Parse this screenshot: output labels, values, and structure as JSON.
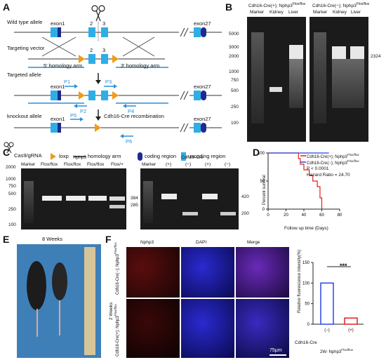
{
  "panel_letters": {
    "a": "A",
    "b": "B",
    "c": "C",
    "d": "D",
    "e": "E",
    "f": "F"
  },
  "panelA": {
    "rows": {
      "wild_type": "Wild type allele",
      "targeting_vector": "Targeting vector",
      "targeted_allele": "Targeted allele",
      "knockout_allele": "knockout allele"
    },
    "exon1": "exon1",
    "exon27": "exon27",
    "ex2": "2",
    "ex3": "3",
    "homology5": "5' homology arm",
    "homology3": "3' homology arm",
    "primers": {
      "p1": "P1",
      "p2": "P2",
      "p3": "P3",
      "p4": "P4",
      "p5": "P5",
      "p6": "P6"
    },
    "recombination": "Cdh16-Cre recombination",
    "legend": {
      "cas9": "Cas9/gRNA",
      "loxp": "loxp",
      "homology": "homology arm",
      "coding": "coding region",
      "uncoding": "uncoding region"
    }
  },
  "panelB": {
    "header_left": "Cdh16-Cre(+); Nphp3",
    "header_left_sup": "Flox/flox",
    "header_right": "Cdh16-Cre(−); Nphp3",
    "header_right_sup": "Flox/flox",
    "lanes_left": [
      "Marker",
      "Kidney",
      "Liver"
    ],
    "lanes_right": [
      "Marker",
      "Kidney",
      "Liver"
    ],
    "ladder": [
      "5000",
      "3000",
      "2000",
      "1000",
      "750",
      "500",
      "250",
      "100"
    ],
    "band_label": "2324"
  },
  "panelC": {
    "gene1": "Nphp3",
    "lanes1": [
      "Marker",
      "Flox/flox",
      "Flox/flox",
      "Flox/flox",
      "Flox/+"
    ],
    "gene2": "Cdh16-Cre",
    "lanes2": [
      "Marker",
      "(+)",
      "(−)",
      "(+)",
      "(−)"
    ],
    "ladder": [
      "2000",
      "1000",
      "750",
      "500",
      "250",
      "100"
    ],
    "band_labels_left": [
      "384",
      "285"
    ],
    "band_labels_right": [
      "420",
      "200"
    ]
  },
  "panelD": {
    "ylabel": "Percent survival",
    "xlabel": "Follow up time (Days)",
    "legend": [
      {
        "name": "Cdh16-Cre(+); Nphp3",
        "sup": "Flox/flox",
        "color": "#e0201c"
      },
      {
        "name": "Cdh16-Cre(−); Nphp3",
        "sup": "Flox/flox",
        "color": "#2a45e8"
      }
    ],
    "pvalue": "P < 0.0001",
    "hazard": "Hazard Ratio = 24.70",
    "chart_data": {
      "type": "line",
      "xlabel": "Follow up time (Days)",
      "ylabel": "Percent survival",
      "xlim": [
        0,
        80
      ],
      "ylim": [
        0,
        100
      ],
      "xticks": [
        "0",
        "20",
        "40",
        "60",
        "80"
      ],
      "yticks": [
        "0",
        "50",
        "100"
      ],
      "series": [
        {
          "name": "Cdh16-Cre(+); Nphp3 Flox/flox",
          "color": "#e0201c",
          "x": [
            0,
            34,
            34,
            36,
            36,
            40,
            40,
            46,
            46,
            50,
            50,
            55,
            55,
            58,
            58,
            60,
            60
          ],
          "y": [
            100,
            100,
            90,
            90,
            80,
            80,
            70,
            70,
            60,
            60,
            50,
            50,
            40,
            40,
            20,
            20,
            0
          ]
        },
        {
          "name": "Cdh16-Cre(−); Nphp3 Flox/flox",
          "color": "#2a45e8",
          "x": [
            0,
            68
          ],
          "y": [
            100,
            100
          ]
        }
      ]
    }
  },
  "panelE": {
    "title": "8 Weeks"
  },
  "panelF": {
    "cols": [
      "Nphp3",
      "DAPI",
      "Merge"
    ],
    "row_top": "Cdh16-Cre(−); Nphp3",
    "row_top_sup": "Flox/flox",
    "row_bottom": "Cdh16-Cre(+); Nphp3",
    "row_bottom_sup": "Flox/flox",
    "age": "2 Weeks",
    "scale": "75μm",
    "bar_chart": {
      "ylabel": "Relative fluorescence intensity(%)",
      "group_label": "Cdh16-Cre",
      "sub_label": "2W- Nphp3",
      "sub_sup": "Flox/flox",
      "sig": "***",
      "yticks": [
        "0",
        "50",
        "100",
        "150"
      ],
      "chart_data": {
        "type": "bar",
        "categories": [
          "(−)",
          "(+)"
        ],
        "values": [
          100,
          15
        ],
        "ylim": [
          0,
          150
        ],
        "ylabel": "Relative fluorescence intensity(%)"
      }
    }
  },
  "colors": {
    "exon": "#2eaee6",
    "coding": "#1e2b8c",
    "loxp": "#f39a16",
    "primer": "#2a8fd8",
    "red": "#e0201c",
    "blue": "#2a45e8"
  }
}
